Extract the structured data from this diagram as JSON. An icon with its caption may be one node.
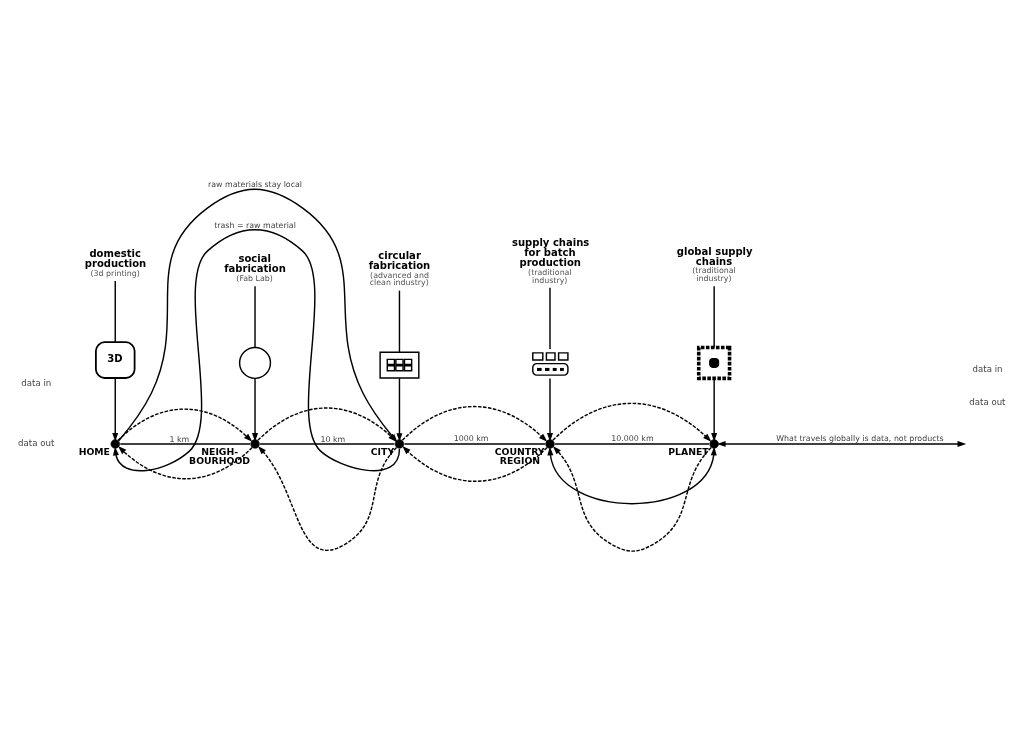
{
  "diagram": {
    "nodes": [
      {
        "text": [
          "domestic production",
          "(3d printing)"
        ]
      },
      {
        "text": [
          "social fabrication",
          "(Fab Lab)"
        ]
      },
      {
        "text": [
          "circular fabrication",
          "(advanced and clean industry)"
        ]
      },
      {
        "text": [
          "supply chains for batch production",
          "(traditional industry)"
        ]
      },
      {
        "text": [
          "global supply chains",
          "(traditional industry)"
        ]
      },
      {
        "text": [
          "3D"
        ]
      },
      {
        "text": [],
        "shape": "circle"
      },
      {
        "text": [],
        "shape": "picture"
      },
      {
        "text": [],
        "shape": "picture"
      },
      {
        "text": [],
        "shape": "picture"
      },
      {
        "text": [],
        "shape": "circle",
        "beside": [
          "HOME"
        ]
      },
      {
        "text": [],
        "shape": "circle",
        "beside": [
          "NEIGH- BOURHOOD"
        ]
      },
      {
        "text": [],
        "shape": "circle",
        "beside": [
          "CITY"
        ]
      },
      {
        "text": [],
        "shape": "circle",
        "beside": [
          "COUNTRY REGION"
        ]
      },
      {
        "text": [],
        "shape": "circle",
        "beside": [
          "PLANET"
        ]
      }
    ],
    "edges": [
      {
        "from": 0,
        "to": 5,
        "arrow": "none"
      },
      {
        "from": 1,
        "to": 6,
        "arrow": "none"
      },
      {
        "from": 2,
        "to": 7,
        "arrow": "none"
      },
      {
        "from": 3,
        "to": 8,
        "arrow": "none"
      },
      {
        "from": 4,
        "to": 9,
        "arrow": "none"
      },
      {
        "from": 5,
        "to": 10,
        "arrow": "to"
      },
      {
        "from": 6,
        "to": 11,
        "arrow": "to"
      },
      {
        "from": 7,
        "to": 12,
        "arrow": "to"
      },
      {
        "from": 8,
        "to": 13,
        "arrow": "to"
      },
      {
        "from": 9,
        "to": 14,
        "arrow": "to"
      },
      {
        "from": 10,
        "to": 11,
        "arrow": "none",
        "label": "1 km"
      },
      {
        "from": 11,
        "to": 12,
        "arrow": "none",
        "label": "10 km"
      },
      {
        "from": 12,
        "to": 13,
        "arrow": "none",
        "label": "1000 km"
      },
      {
        "from": 13,
        "to": 14,
        "arrow": "none",
        "label": "10.000 km"
      },
      {
        "from": 10,
        "to": 11,
        "arrow": "to",
        "style": "dashed"
      },
      {
        "from": 11,
        "to": 12,
        "arrow": "to",
        "style": "dashed"
      },
      {
        "from": 12,
        "to": 13,
        "arrow": "to",
        "style": "dashed"
      },
      {
        "from": 13,
        "to": 14,
        "arrow": "to",
        "style": "dashed"
      },
      {
        "from": 11,
        "to": 10,
        "arrow": "to",
        "style": "dashed"
      },
      {
        "from": 12,
        "to": 11,
        "arrow": "to",
        "style": "dashed"
      },
      {
        "from": 13,
        "to": 12,
        "arrow": "to",
        "style": "dashed"
      },
      {
        "from": 14,
        "to": 13,
        "arrow": "to",
        "style": "dashed"
      },
      {
        "from": 10,
        "to": 12,
        "arrow": "to",
        "label": "raw materials stay local"
      },
      {
        "from": 12,
        "to": 10,
        "arrow": "to",
        "label": "trash = raw material"
      },
      {
        "from": null,
        "to": 14,
        "arrow": "both",
        "label": "What travels globally is data, not products"
      },
      {
        "from": 13,
        "to": 14,
        "arrow": "both"
      }
    ],
    "labels": [
      "data in",
      "data in",
      "data out",
      "data out"
    ]
  }
}
